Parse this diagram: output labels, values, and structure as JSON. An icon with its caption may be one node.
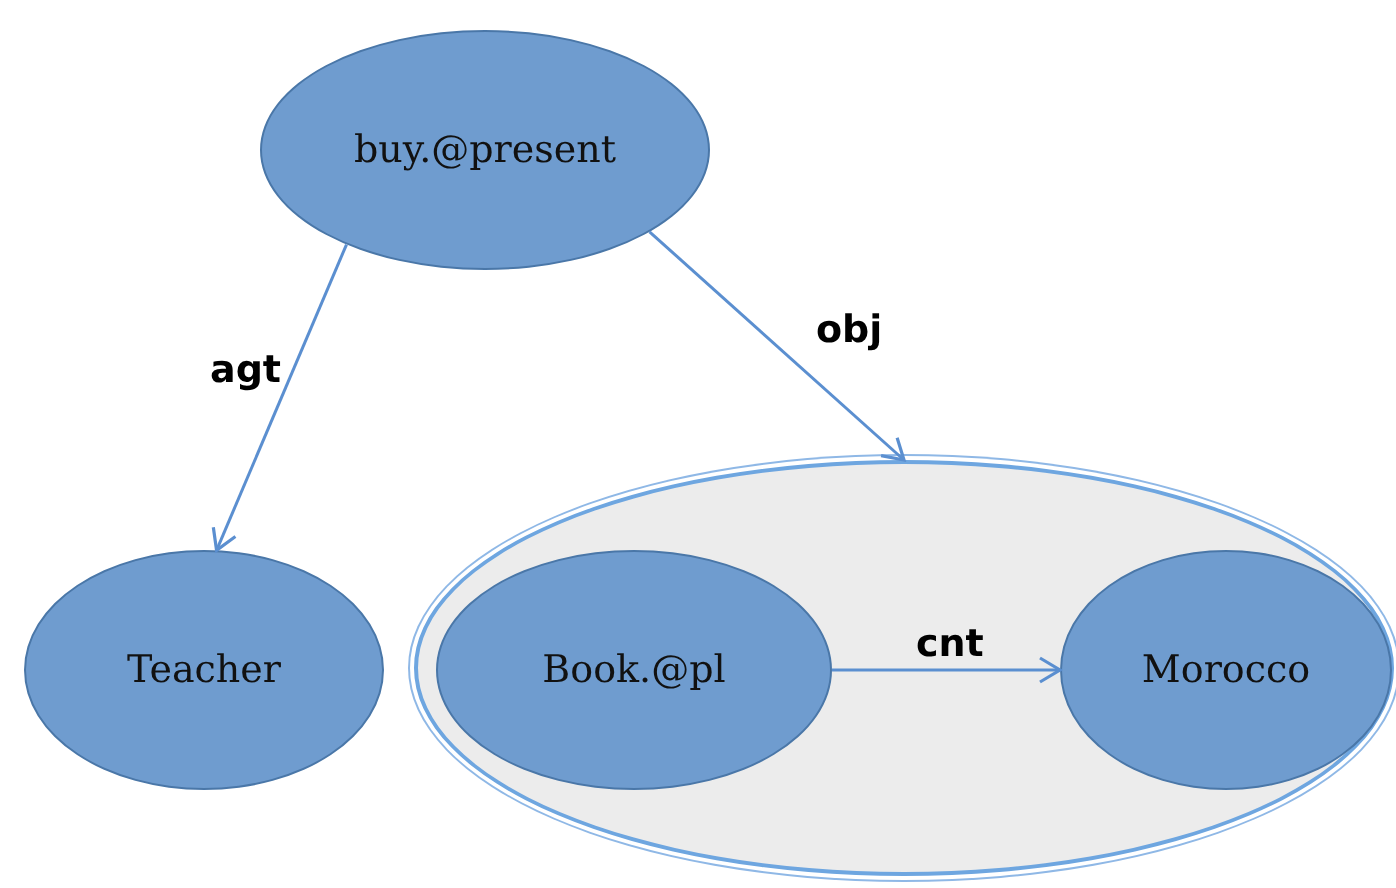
{
  "diagram": {
    "nodes": [
      {
        "text": [
          "buy.@present"
        ]
      },
      {
        "text": [
          "Teacher"
        ]
      },
      {
        "text": [],
        "shape": "ellipse"
      },
      {
        "text": [
          "Book.@pl"
        ],
        "in": 2
      },
      {
        "text": [
          "Morocco"
        ],
        "in": 2
      }
    ],
    "edges": [
      {
        "from": 0,
        "to": 1,
        "arrow": "to",
        "label": "agt"
      },
      {
        "from": 0,
        "to": 2,
        "arrow": "to",
        "label": "obj"
      },
      {
        "from": 3,
        "to": 4,
        "arrow": "to",
        "label": "cnt"
      }
    ]
  }
}
